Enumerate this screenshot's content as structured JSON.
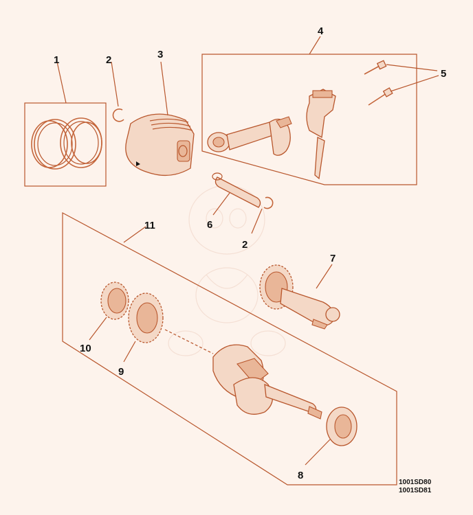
{
  "diagram": {
    "callouts": {
      "c1": "1",
      "c2a": "2",
      "c3": "3",
      "c4": "4",
      "c5": "5",
      "c6": "6",
      "c2b": "2",
      "c11": "11",
      "c7": "7",
      "c10": "10",
      "c9": "9",
      "c8": "8"
    },
    "codes": {
      "code1": "1001SD80",
      "code2": "1001SD81"
    },
    "colors": {
      "line": "#b8562c",
      "part_fill": "#f4d8c6",
      "background": "#fdf3ec",
      "text": "#111111"
    }
  }
}
